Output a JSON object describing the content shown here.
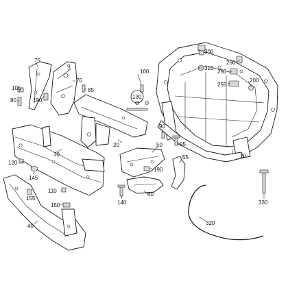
{
  "callouts": [
    {
      "id": "c300",
      "text": "300"
    },
    {
      "id": "c310",
      "text": "310"
    },
    {
      "id": "c260",
      "text": "260"
    },
    {
      "id": "c250",
      "text": "250"
    },
    {
      "id": "c200",
      "text": "200"
    },
    {
      "id": "c255",
      "text": "255"
    },
    {
      "id": "c100",
      "text": "100"
    },
    {
      "id": "c130",
      "text": "130"
    },
    {
      "id": "c75",
      "text": "75"
    },
    {
      "id": "c70",
      "text": "70"
    },
    {
      "id": "c85",
      "text": "85"
    },
    {
      "id": "c105",
      "text": "105"
    },
    {
      "id": "c190a",
      "text": "190"
    },
    {
      "id": "c80",
      "text": "80"
    },
    {
      "id": "c90",
      "text": "90"
    },
    {
      "id": "c95",
      "text": "95"
    },
    {
      "id": "c20",
      "text": "20"
    },
    {
      "id": "c50",
      "text": "50"
    },
    {
      "id": "c10",
      "text": "10"
    },
    {
      "id": "c55",
      "text": "55"
    },
    {
      "id": "c30",
      "text": "30"
    },
    {
      "id": "c120",
      "text": "120"
    },
    {
      "id": "c145",
      "text": "145"
    },
    {
      "id": "c190b",
      "text": "190"
    },
    {
      "id": "c110",
      "text": "110"
    },
    {
      "id": "c155",
      "text": "155"
    },
    {
      "id": "c150",
      "text": "150"
    },
    {
      "id": "c60",
      "text": "60"
    },
    {
      "id": "c140",
      "text": "140"
    },
    {
      "id": "c330",
      "text": "330"
    },
    {
      "id": "c320",
      "text": "320"
    },
    {
      "id": "c40",
      "text": "40"
    }
  ]
}
